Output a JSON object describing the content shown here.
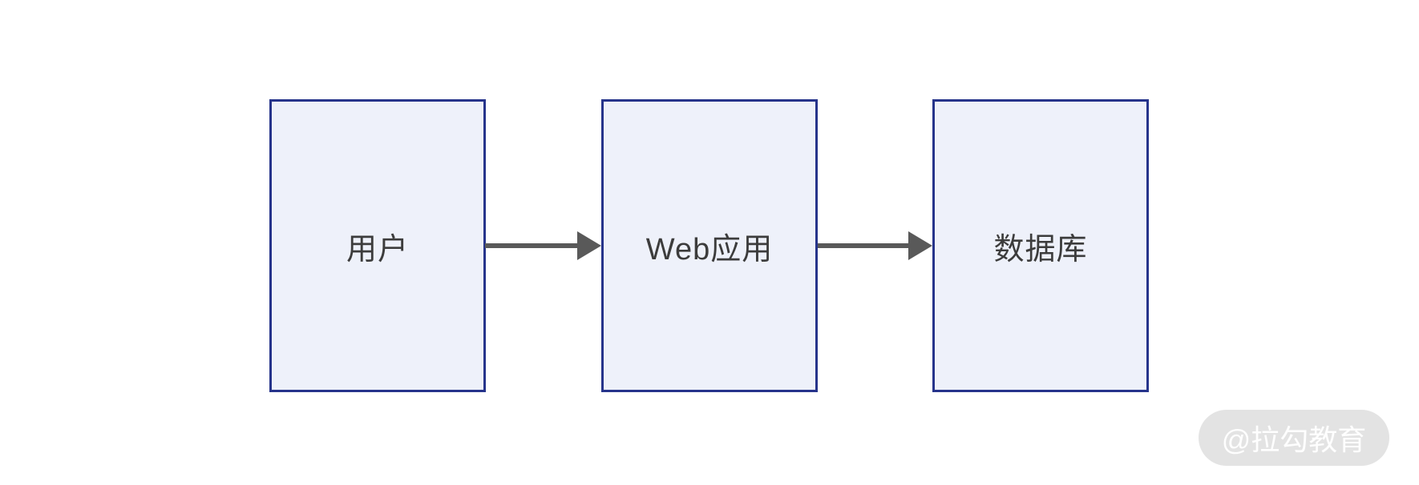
{
  "diagram": {
    "type": "flow-diagram",
    "direction": "left-to-right",
    "nodes": [
      {
        "id": "user",
        "label": "用户"
      },
      {
        "id": "webapp",
        "label": "Web应用"
      },
      {
        "id": "database",
        "label": "数据库"
      }
    ],
    "edges": [
      {
        "from": "用户",
        "to": "Web应用",
        "style": "solid-arrow"
      },
      {
        "from": "Web应用",
        "to": "数据库",
        "style": "solid-arrow"
      }
    ],
    "colors": {
      "node_border": "#26348B",
      "node_fill": "#EEF1FA",
      "node_text": "#3C3C3C",
      "arrow": "#595959",
      "background": "#FFFFFF",
      "watermark_bg": "#E3E3E3",
      "watermark_text": "#FFFFFF"
    }
  },
  "watermark": {
    "label": "@拉勾教育"
  }
}
